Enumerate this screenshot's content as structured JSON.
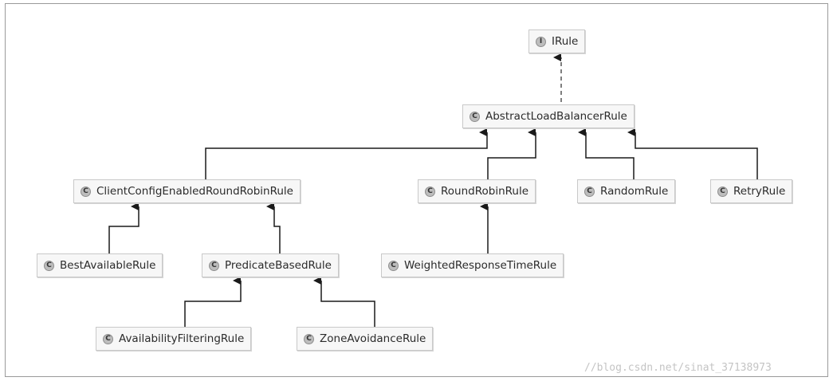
{
  "nodes": {
    "irule": {
      "name": "IRule",
      "badge": "I"
    },
    "abstract": {
      "name": "AbstractLoadBalancerRule",
      "badge": "C"
    },
    "client_config": {
      "name": "ClientConfigEnabledRoundRobinRule",
      "badge": "C"
    },
    "round_robin": {
      "name": "RoundRobinRule",
      "badge": "C"
    },
    "random": {
      "name": "RandomRule",
      "badge": "C"
    },
    "retry": {
      "name": "RetryRule",
      "badge": "C"
    },
    "best_available": {
      "name": "BestAvailableRule",
      "badge": "C"
    },
    "predicate_based": {
      "name": "PredicateBasedRule",
      "badge": "C"
    },
    "weighted_response": {
      "name": "WeightedResponseTimeRule",
      "badge": "C"
    },
    "availability_filtering": {
      "name": "AvailabilityFilteringRule",
      "badge": "C"
    },
    "zone_avoidance": {
      "name": "ZoneAvoidanceRule",
      "badge": "C"
    }
  },
  "watermark": "//blog.csdn.net/sinat_37138973"
}
